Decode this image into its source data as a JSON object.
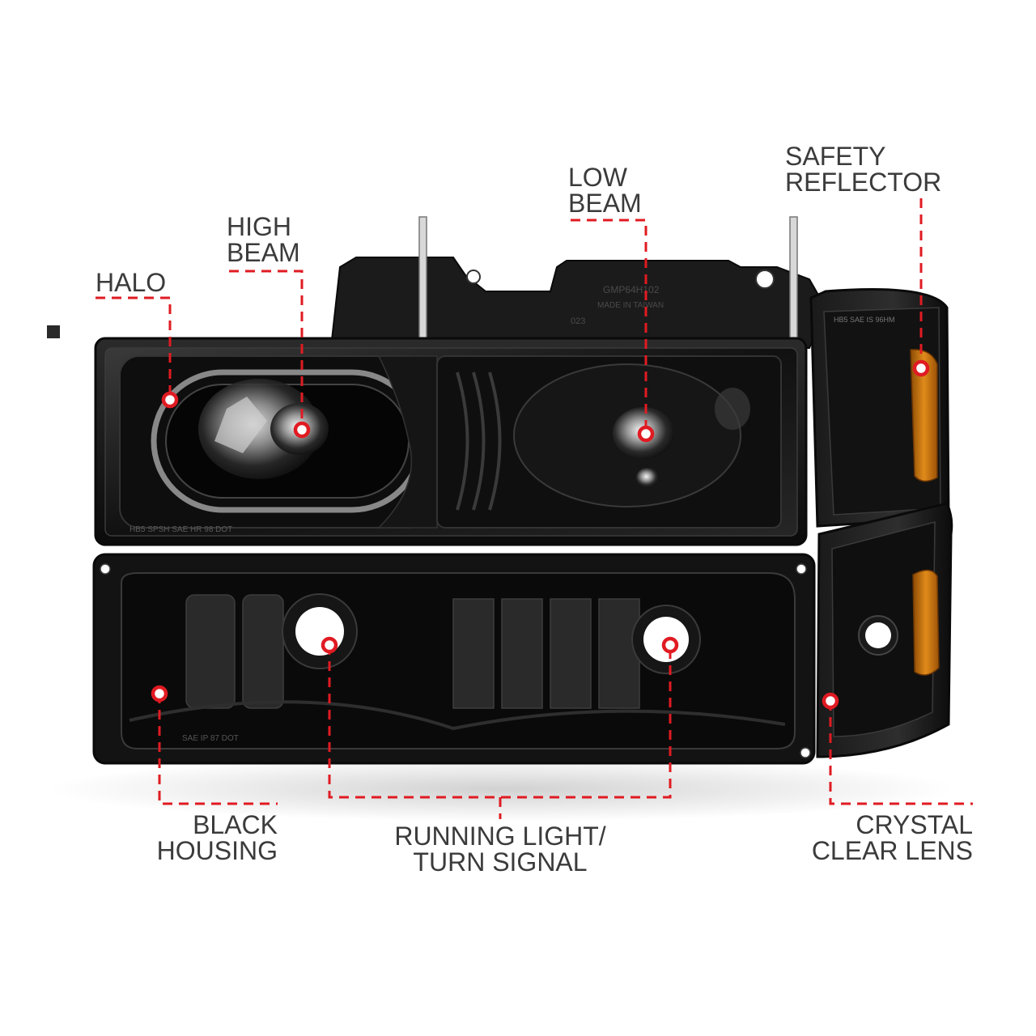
{
  "colors": {
    "accent": "#e01b22",
    "label_text": "#3b3b3b",
    "housing": "#141414",
    "amber": "#d37a12"
  },
  "callouts": {
    "halo": {
      "lines": [
        "HALO"
      ]
    },
    "high_beam": {
      "lines": [
        "HIGH",
        "BEAM"
      ]
    },
    "low_beam": {
      "lines": [
        "LOW",
        "BEAM"
      ]
    },
    "safety_reflector": {
      "lines": [
        "SAFETY",
        "REFLECTOR"
      ]
    },
    "black_housing": {
      "lines": [
        "BLACK",
        "HOUSING"
      ]
    },
    "running_light": {
      "lines": [
        "RUNNING LIGHT/",
        "TURN SIGNAL"
      ]
    },
    "crystal_clear_lens": {
      "lines": [
        "CRYSTAL",
        "CLEAR LENS"
      ]
    }
  },
  "lens_markings": {
    "headlight_top": "GMP64H102",
    "made_in": "MADE IN TAIWAN",
    "code": "023",
    "headlight_bottom": "HB5   SPSH   SAE HR 98 DOT",
    "park_lamp": "SAE IP 87 DOT",
    "corner_top": "HB5 SAE IS 96HM"
  }
}
